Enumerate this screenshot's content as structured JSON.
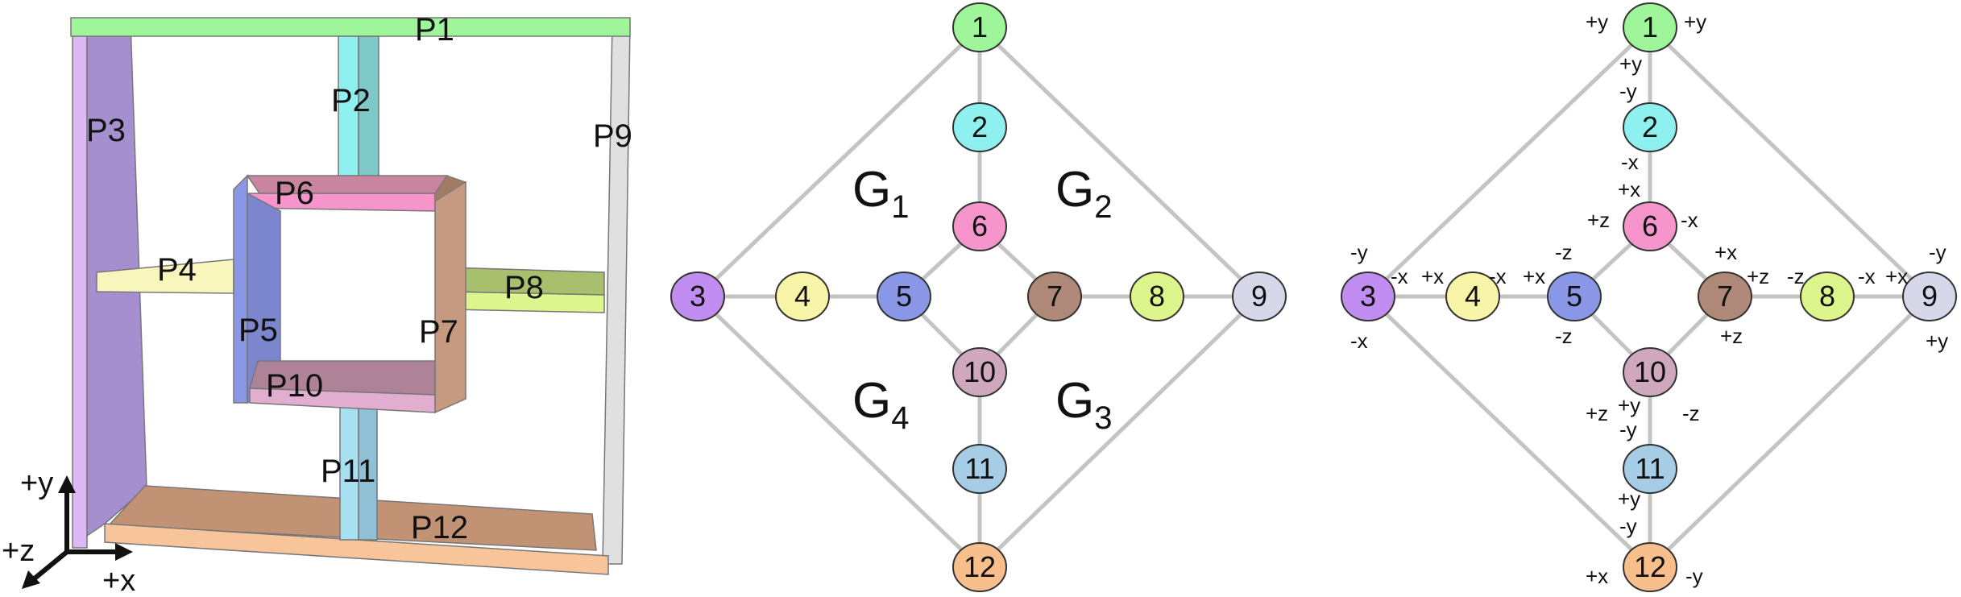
{
  "parts": [
    {
      "id": "p1",
      "label": "P1",
      "color": "#9ef59a"
    },
    {
      "id": "p2",
      "label": "P2",
      "color": "#8ff0f0"
    },
    {
      "id": "p3",
      "label": "P3",
      "color": "#a58fcf"
    },
    {
      "id": "p4",
      "label": "P4",
      "color": "#f8f5bd"
    },
    {
      "id": "p5",
      "label": "P5",
      "color": "#8a96e6"
    },
    {
      "id": "p6",
      "label": "P6",
      "color": "#f595cb"
    },
    {
      "id": "p7",
      "label": "P7",
      "color": "#c59a80"
    },
    {
      "id": "p8",
      "label": "P8",
      "color": "#dcf58c"
    },
    {
      "id": "p9",
      "label": "P9",
      "color": "#dddddd"
    },
    {
      "id": "p10",
      "label": "P10",
      "color": "#e2aed0"
    },
    {
      "id": "p11",
      "label": "P11",
      "color": "#a7d2e6"
    },
    {
      "id": "p12",
      "label": "P12",
      "color": "#f8c59a"
    }
  ],
  "axes": {
    "y": "+y",
    "z": "+z",
    "x": "+x"
  },
  "nodes": [
    {
      "id": "1",
      "label": "1",
      "color": "#9ef59a"
    },
    {
      "id": "2",
      "label": "2",
      "color": "#8ff0f0"
    },
    {
      "id": "3",
      "label": "3",
      "color": "#c28df0"
    },
    {
      "id": "4",
      "label": "4",
      "color": "#f8f5a8"
    },
    {
      "id": "5",
      "label": "5",
      "color": "#8a96e6"
    },
    {
      "id": "6",
      "label": "6",
      "color": "#f595cb"
    },
    {
      "id": "7",
      "label": "7",
      "color": "#b08878"
    },
    {
      "id": "8",
      "label": "8",
      "color": "#dcf58c"
    },
    {
      "id": "9",
      "label": "9",
      "color": "#d6d8ea"
    },
    {
      "id": "10",
      "label": "10",
      "color": "#cfa8bd"
    },
    {
      "id": "11",
      "label": "11",
      "color": "#a7cde6"
    },
    {
      "id": "12",
      "label": "12",
      "color": "#f8be8c"
    }
  ],
  "edges": [
    [
      "1",
      "2"
    ],
    [
      "2",
      "6"
    ],
    [
      "1",
      "3"
    ],
    [
      "1",
      "9"
    ],
    [
      "3",
      "4"
    ],
    [
      "4",
      "5"
    ],
    [
      "5",
      "6"
    ],
    [
      "6",
      "7"
    ],
    [
      "7",
      "8"
    ],
    [
      "8",
      "9"
    ],
    [
      "5",
      "10"
    ],
    [
      "7",
      "10"
    ],
    [
      "10",
      "11"
    ],
    [
      "11",
      "12"
    ],
    [
      "3",
      "12"
    ],
    [
      "9",
      "12"
    ]
  ],
  "groups": [
    {
      "id": "g1",
      "label": "G",
      "sub": "1"
    },
    {
      "id": "g2",
      "label": "G",
      "sub": "2"
    },
    {
      "id": "g4",
      "label": "G",
      "sub": "4"
    },
    {
      "id": "g3",
      "label": "G",
      "sub": "3"
    }
  ],
  "root_node": "1",
  "root_highlight_color": "#e8645a",
  "direction_labels": [
    {
      "id": "d1-left",
      "text": "+y"
    },
    {
      "id": "d1-right",
      "text": "+y"
    },
    {
      "id": "d1-down",
      "text": "+y"
    },
    {
      "id": "d2-up",
      "text": "-y"
    },
    {
      "id": "d2-down",
      "text": "-x"
    },
    {
      "id": "d6-up",
      "text": "+x"
    },
    {
      "id": "d6-left",
      "text": "+z"
    },
    {
      "id": "d6-right",
      "text": "-x"
    },
    {
      "id": "d5-up",
      "text": "-z"
    },
    {
      "id": "d5-left",
      "text": "+x"
    },
    {
      "id": "d5-down",
      "text": "-z"
    },
    {
      "id": "d3-up",
      "text": "-y"
    },
    {
      "id": "d3-right",
      "text": "-x"
    },
    {
      "id": "d3-down",
      "text": "-x"
    },
    {
      "id": "d4-left",
      "text": "+x"
    },
    {
      "id": "d4-right",
      "text": "-x"
    },
    {
      "id": "d7-up",
      "text": "+x"
    },
    {
      "id": "d7-right",
      "text": "+z"
    },
    {
      "id": "d7-down",
      "text": "+z"
    },
    {
      "id": "d8-left",
      "text": "-z"
    },
    {
      "id": "d8-right",
      "text": "-x"
    },
    {
      "id": "d9-left",
      "text": "+x"
    },
    {
      "id": "d9-up",
      "text": "-y"
    },
    {
      "id": "d9-down",
      "text": "+y"
    },
    {
      "id": "d10-left",
      "text": "+z"
    },
    {
      "id": "d10-right",
      "text": "-z"
    },
    {
      "id": "d10-down",
      "text": "+y"
    },
    {
      "id": "d11-up",
      "text": "-y"
    },
    {
      "id": "d11-down",
      "text": "+y"
    },
    {
      "id": "d12-up",
      "text": "-y"
    },
    {
      "id": "d12-left",
      "text": "+x"
    },
    {
      "id": "d12-right",
      "text": "-y"
    }
  ]
}
